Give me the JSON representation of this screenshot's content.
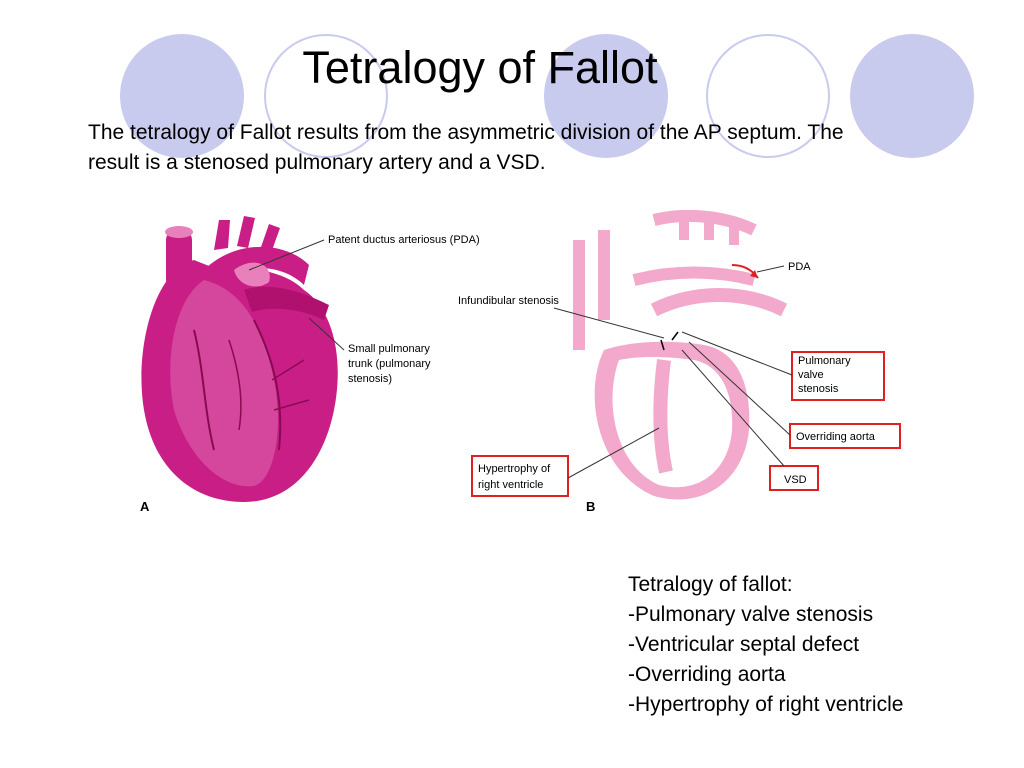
{
  "slide": {
    "title": "Tetralogy of Fallot",
    "intro": "The tetralogy of Fallot results from the asymmetric division of the AP septum. The result is a stenosed pulmonary artery and a VSD."
  },
  "figure": {
    "panel_a": {
      "letter": "A",
      "labels": {
        "pda": "Patent ductus arteriosus (PDA)",
        "small_trunk_1": "Small pulmonary",
        "small_trunk_2": "trunk (pulmonary",
        "small_trunk_3": "stenosis)"
      }
    },
    "panel_b": {
      "letter": "B",
      "labels": {
        "pda": "PDA",
        "infundibular": "Infundibular stenosis",
        "pulm_valve_1": "Pulmonary",
        "pulm_valve_2": "valve",
        "pulm_valve_3": "stenosis",
        "overriding": "Overriding aorta",
        "vsd": "VSD",
        "hypertrophy_1": "Hypertrophy of",
        "hypertrophy_2": "right ventricle"
      }
    },
    "colors": {
      "heart": "#c81e86",
      "heart_light": "#e06ab0",
      "highlight_box": "#e02020"
    }
  },
  "summary": [
    "Tetralogy of fallot:",
    "-Pulmonary valve stenosis",
    "-Ventricular septal defect",
    "-Overriding aorta",
    "-Hypertrophy of right ventricle"
  ]
}
